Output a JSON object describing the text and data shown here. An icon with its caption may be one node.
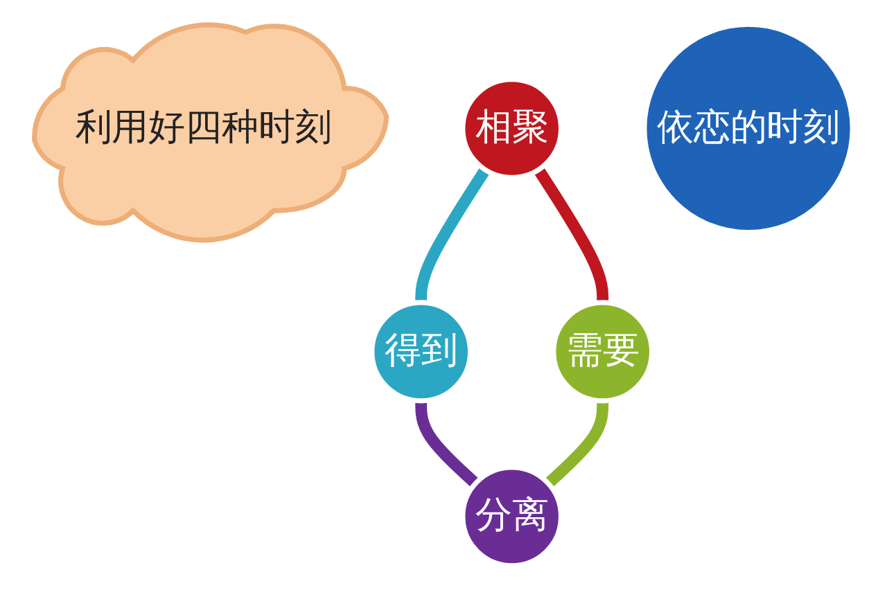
{
  "diagram": {
    "nodes": [
      {
        "text": [
          "利用好四种时刻"
        ]
      },
      {
        "text": [
          "相聚"
        ]
      },
      {
        "text": [
          "得到"
        ]
      },
      {
        "text": [
          "依恋的时刻"
        ]
      },
      {
        "text": [
          "需要"
        ]
      },
      {
        "text": [
          "分离"
        ]
      }
    ],
    "edges": [
      {
        "from": 1,
        "to": 2,
        "arrow": "none",
        "color": "#2ba7c4"
      },
      {
        "from": 1,
        "to": 4,
        "arrow": "none",
        "color": "#c0161f"
      },
      {
        "from": 2,
        "to": 5,
        "arrow": "none",
        "color": "#6a2d96"
      },
      {
        "from": 4,
        "to": 5,
        "arrow": "none",
        "color": "#8db52b"
      }
    ]
  }
}
